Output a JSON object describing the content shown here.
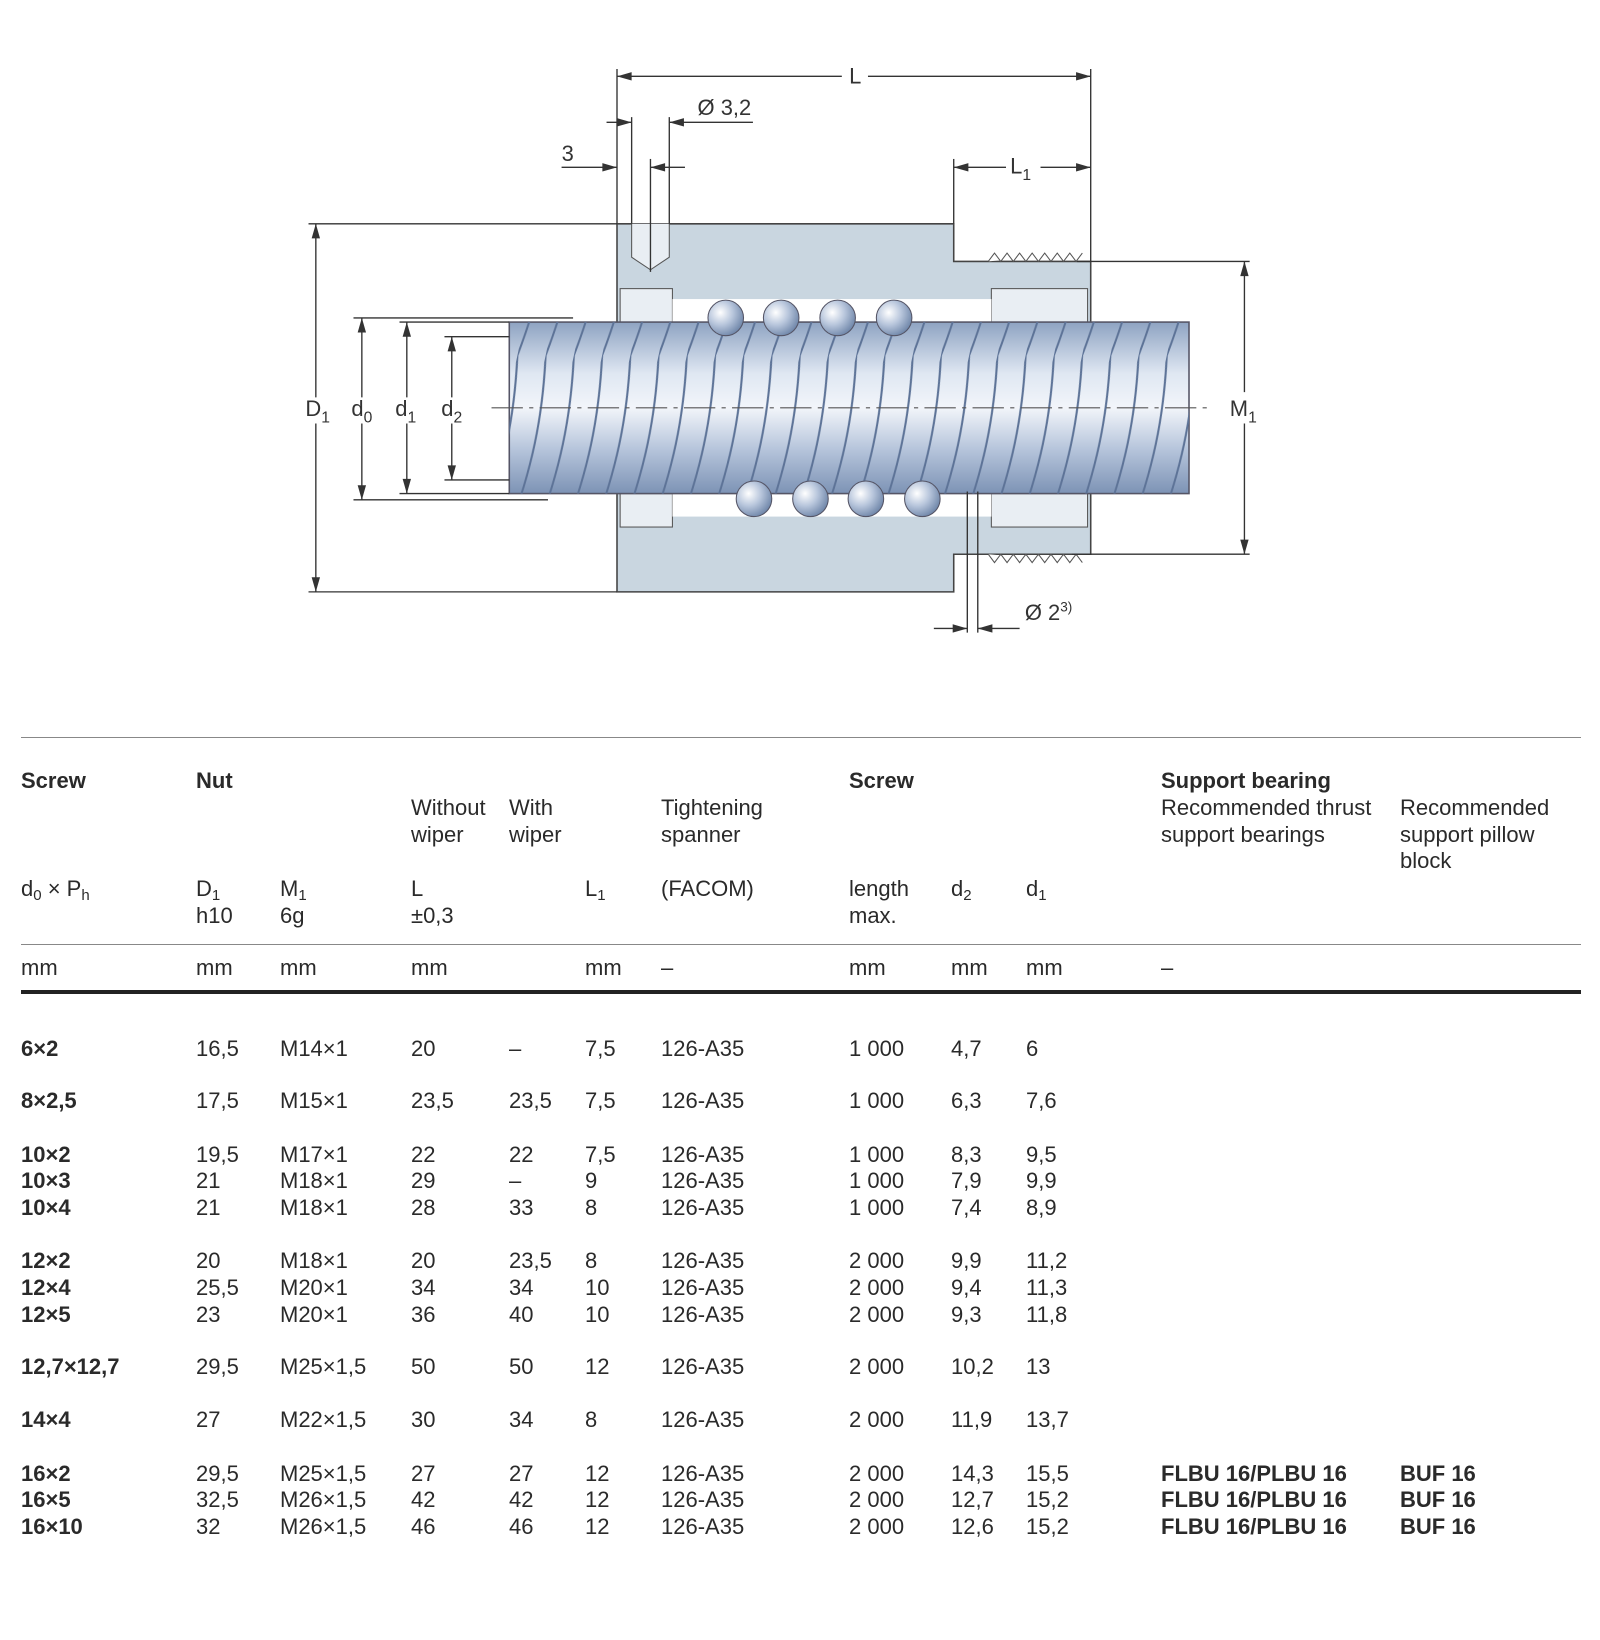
{
  "diagram": {
    "labels": {
      "L": "L",
      "hole_dia": "Ø 3,2",
      "hole_offset": "3",
      "L1_main": "L",
      "L1_sub": "1",
      "D1_main": "D",
      "D1_sub": "1",
      "d0_main": "d",
      "d0_sub": "0",
      "d1_main": "d",
      "d1_sub": "1",
      "d2_main": "d",
      "d2_sub": "2",
      "M1_main": "M",
      "M1_sub": "1",
      "lube_hole": "Ø 2",
      "lube_hole_note": "3)"
    },
    "colors": {
      "nut": "#c9d6e0",
      "screw_light": "#e8eef6",
      "screw_dark": "#8ea3c2",
      "line": "#333333"
    }
  },
  "table": {
    "group_headers": {
      "screw": "Screw",
      "nut": "Nut",
      "without_wiper": [
        "Without",
        "wiper"
      ],
      "with_wiper": [
        "With",
        "wiper"
      ],
      "spanner": [
        "Tightening",
        "spanner"
      ],
      "screw2": "Screw",
      "support_bearing": "Support bearing",
      "thrust": [
        "Recommended thrust",
        "support bearings"
      ],
      "pillow": [
        "Recommended",
        "support pillow",
        "block"
      ]
    },
    "sub_headers": {
      "d0xPh": {
        "a": "d",
        "a_sub": "0",
        "mid": " × P",
        "b_sub": "h"
      },
      "D1": {
        "main": "D",
        "sub": "1",
        "line2": "h10"
      },
      "M1": {
        "main": "M",
        "sub": "1",
        "line2": "6g"
      },
      "L": {
        "main": "L",
        "line2": "±0,3"
      },
      "L1": {
        "main": "L",
        "sub": "1"
      },
      "facom": "(FACOM)",
      "length": [
        "length",
        "max."
      ],
      "d2": {
        "main": "d",
        "sub": "2"
      },
      "d1": {
        "main": "d",
        "sub": "1"
      }
    },
    "units": [
      "mm",
      "mm",
      "mm",
      "mm",
      "",
      "mm",
      "–",
      "mm",
      "mm",
      "mm",
      "–",
      ""
    ],
    "rows": [
      [
        "6×2",
        "16,5",
        "M14×1",
        "20",
        "–",
        "7,5",
        "126-A35",
        "1 000",
        "4,7",
        "6",
        "",
        ""
      ],
      [
        "8×2,5",
        "17,5",
        "M15×1",
        "23,5",
        "23,5",
        "7,5",
        "126-A35",
        "1 000",
        "6,3",
        "7,6",
        "",
        ""
      ],
      [
        "10×2",
        "19,5",
        "M17×1",
        "22",
        "22",
        "7,5",
        "126-A35",
        "1 000",
        "8,3",
        "9,5",
        "",
        ""
      ],
      [
        "10×3",
        "21",
        "M18×1",
        "29",
        "–",
        "9",
        "126-A35",
        "1 000",
        "7,9",
        "9,9",
        "",
        ""
      ],
      [
        "10×4",
        "21",
        "M18×1",
        "28",
        "33",
        "8",
        "126-A35",
        "1 000",
        "7,4",
        "8,9",
        "",
        ""
      ],
      [
        "12×2",
        "20",
        "M18×1",
        "20",
        "23,5",
        "8",
        "126-A35",
        "2 000",
        "9,9",
        "11,2",
        "",
        ""
      ],
      [
        "12×4",
        "25,5",
        "M20×1",
        "34",
        "34",
        "10",
        "126-A35",
        "2 000",
        "9,4",
        "11,3",
        "",
        ""
      ],
      [
        "12×5",
        "23",
        "M20×1",
        "36",
        "40",
        "10",
        "126-A35",
        "2 000",
        "9,3",
        "11,8",
        "",
        ""
      ],
      [
        "12,7×12,7",
        "29,5",
        "M25×1,5",
        "50",
        "50",
        "12",
        "126-A35",
        "2 000",
        "10,2",
        "13",
        "",
        ""
      ],
      [
        "14×4",
        "27",
        "M22×1,5",
        "30",
        "34",
        "8",
        "126-A35",
        "2 000",
        "11,9",
        "13,7",
        "",
        ""
      ],
      [
        "16×2",
        "29,5",
        "M25×1,5",
        "27",
        "27",
        "12",
        "126-A35",
        "2 000",
        "14,3",
        "15,5",
        "FLBU 16/PLBU 16",
        "BUF 16"
      ],
      [
        "16×5",
        "32,5",
        "M26×1,5",
        "42",
        "42",
        "12",
        "126-A35",
        "2 000",
        "12,7",
        "15,2",
        "FLBU 16/PLBU 16",
        "BUF 16"
      ],
      [
        "16×10",
        "32",
        "M26×1,5",
        "46",
        "46",
        "12",
        "126-A35",
        "2 000",
        "12,6",
        "15,2",
        "FLBU 16/PLBU 16",
        "BUF 16"
      ]
    ]
  }
}
